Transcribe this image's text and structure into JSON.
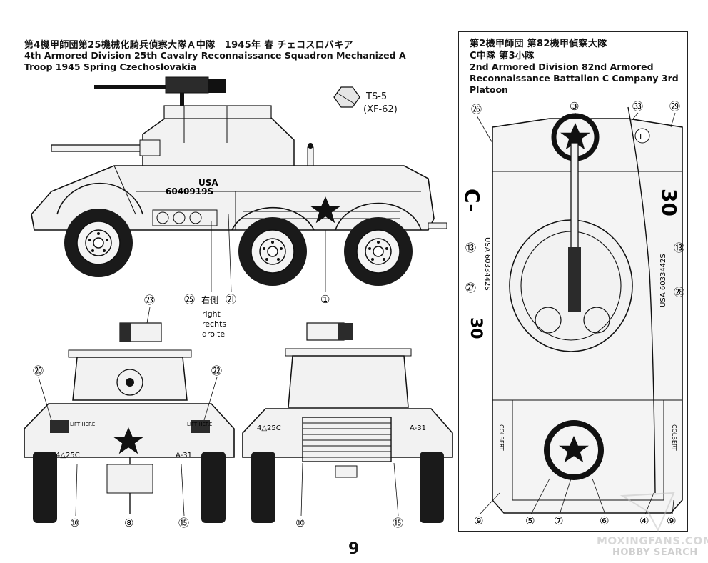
{
  "left_panel": {
    "title_ja": "第4機甲師団第25機械化騎兵偵察大隊Ａ中隊　1945年 春 チェコスロバキア",
    "title_en": "4th Armored Division 25th Cavalry Reconnaissance Squadron Mechanized A Troop 1945 Spring Czechoslovakia",
    "paint_code": "TS-5",
    "paint_sub": "(XF-62)",
    "side_view": {
      "hull_text_1": "USA",
      "hull_text_2": "6040919S",
      "callout_a": "㉕",
      "callout_b_label": "右側",
      "callout_b": "㉑",
      "callout_c": "①",
      "right_lines": [
        "right",
        "rechts",
        "droite"
      ]
    },
    "front_view": {
      "top": "㉓",
      "left": "⑳",
      "right": "㉒",
      "bottom_l": "⑩",
      "bottom_c": "⑧",
      "bottom_r": "⑮",
      "mark_l": "4△25C",
      "mark_r": "A-31",
      "lift_l": "LIFT\nHERE",
      "lift_r": "LIFT\nHERE"
    },
    "rear_view": {
      "mark_l": "4△25C",
      "mark_r": "A-31",
      "bottom_l": "⑩",
      "bottom_r": "⑮"
    }
  },
  "right_panel": {
    "title_ja_1": "第2機甲師団 第82機甲偵察大隊",
    "title_ja_2": "C中隊 第3小隊",
    "title_en": "2nd Armored Division 82nd Armored Reconnaissance Battalion C Company 3rd Platoon",
    "top_view": {
      "top": [
        "㉖",
        "③",
        "㉝",
        "㉙"
      ],
      "side_l": [
        "⑬",
        "㉗"
      ],
      "side_r": [
        "⑬",
        "㉘"
      ],
      "bottom": [
        "⑨",
        "⑤",
        "⑦",
        "⑥",
        "④",
        "⑨"
      ],
      "reg_l": "USA 6033442S",
      "reg_r": "USA 6033442S",
      "code_l": "C-",
      "code_r": "30",
      "code_l2": "30",
      "tag": "L",
      "colbert": "COLBERT"
    }
  },
  "page_number": "9",
  "watermark": {
    "line1": "MOXINGFANS.COM",
    "line2": "HOBBY SEARCH"
  },
  "colors": {
    "line": "#111111",
    "vehicle_fill": "#f2f2f2",
    "wheel": "#1a1a1a",
    "paint_swatch": "#e0e0e0"
  }
}
